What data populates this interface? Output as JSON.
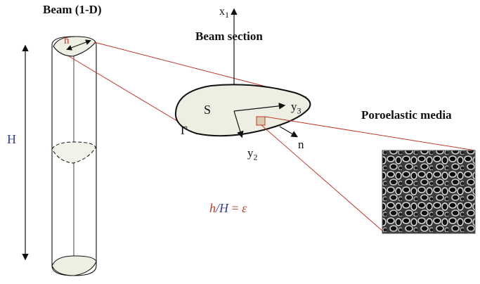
{
  "titles": {
    "beam": "Beam (1-D)",
    "section": "Beam section",
    "media": "Poroelastic media"
  },
  "symbols": {
    "h": "h",
    "H": "H",
    "x1": "x",
    "x1_sub": "1",
    "S": "S",
    "y3": "y",
    "y3_sub": "3",
    "y2": "y",
    "y2_sub": "2",
    "gamma": "Γ",
    "n": "n"
  },
  "ratio": {
    "h": "h",
    "slash": "/",
    "H": "H",
    "eq": " = ",
    "eps": "ε"
  },
  "colors": {
    "red": "#c0392b",
    "blue": "#3b3b9a",
    "section_fill": "#efeee3",
    "line": "#111111"
  }
}
